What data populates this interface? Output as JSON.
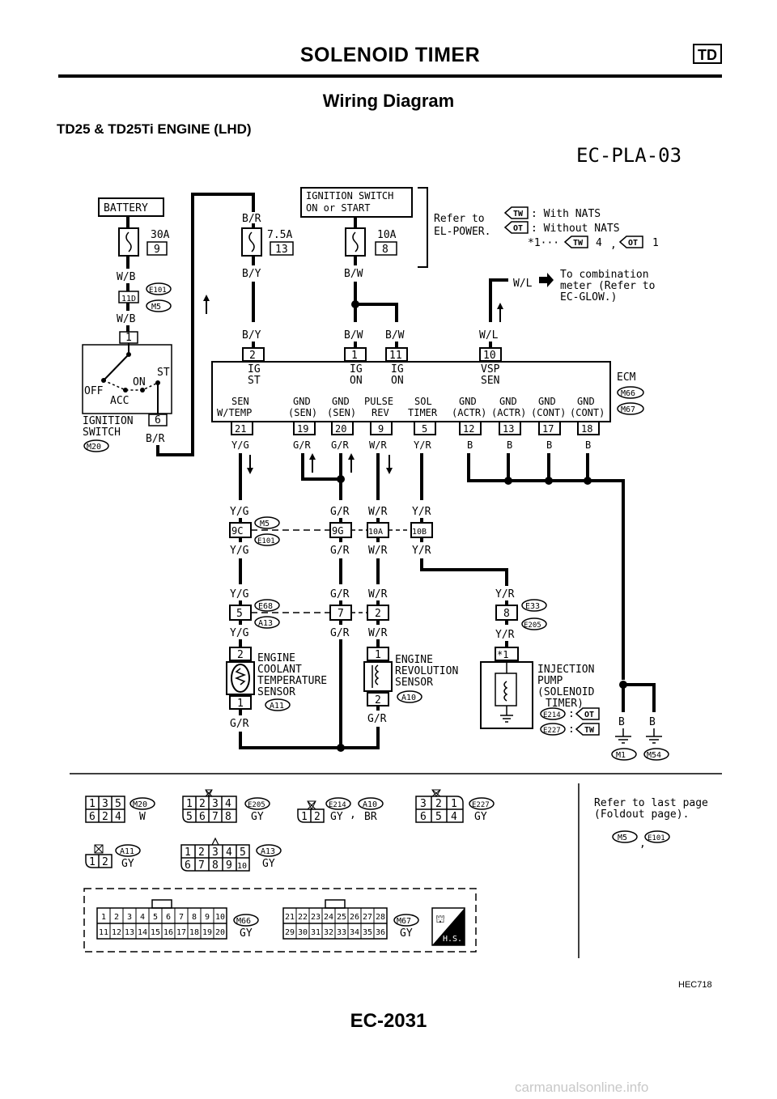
{
  "header": {
    "title": "SOLENOID TIMER",
    "badge": "TD"
  },
  "section_title": "Wiring Diagram",
  "subtitle": "TD25 & TD25Ti ENGINE (LHD)",
  "diagram_code": "EC-PLA-03",
  "legend": {
    "tw_symbol": "TW",
    "tw_text": ": With NATS",
    "ot_symbol": "OT",
    "ot_text": ": Without NATS",
    "note_prefix": "*1···",
    "note_tw_value": "4",
    "note_sep": ",",
    "note_ot_value": "1"
  },
  "refer_power": {
    "line1": "Refer to",
    "line2": "EL-POWER."
  },
  "ignition_box": {
    "line1": "IGNITION SWITCH",
    "line2": "ON or START"
  },
  "battery": "BATTERY",
  "fuses": [
    {
      "amp": "30A",
      "num": "9"
    },
    {
      "amp": "7.5A",
      "num": "13"
    },
    {
      "amp": "10A",
      "num": "8"
    }
  ],
  "to_meter": {
    "line1": "To combination",
    "line2": "meter (Refer to",
    "line3": "EC-GLOW.)"
  },
  "ignition_switch": {
    "off": "OFF",
    "acc": "ACC",
    "on": "ON",
    "st": "ST",
    "name1": "IGNITION",
    "name2": "SWITCH",
    "code": "M20",
    "pin_top": "1",
    "pin_bottom": "6"
  },
  "wire_colors": {
    "wb": "W/B",
    "br": "B/R",
    "by": "B/Y",
    "bw": "B/W",
    "wl": "W/L",
    "yg": "Y/G",
    "gr": "G/R",
    "wr": "W/R",
    "yr": "Y/R",
    "b": "B"
  },
  "connectors": {
    "e101": "E101",
    "m5": "M5",
    "c11d": "11D",
    "m66": "M66",
    "m67": "M67",
    "e68": "E68",
    "a13": "A13",
    "e33": "E33",
    "e205": "E205",
    "e214": "E214",
    "e227": "E227",
    "a10": "A10",
    "a11": "A11",
    "m1": "M1",
    "m54": "M54",
    "m20": "M20"
  },
  "ecm": {
    "label": "ECM",
    "top_pins": [
      {
        "num": "2",
        "l1": "IG",
        "l2": "ST"
      },
      {
        "num": "1",
        "l1": "IG",
        "l2": "ON"
      },
      {
        "num": "11",
        "l1": "IG",
        "l2": "ON"
      },
      {
        "num": "10",
        "l1": "VSP",
        "l2": "SEN"
      }
    ],
    "bottom_pins": [
      {
        "num": "21",
        "l1": "SEN",
        "l2": "W/TEMP",
        "wire": "Y/G"
      },
      {
        "num": "19",
        "l1": "GND",
        "l2": "(SEN)",
        "wire": "G/R"
      },
      {
        "num": "20",
        "l1": "GND",
        "l2": "(SEN)",
        "wire": "G/R"
      },
      {
        "num": "9",
        "l1": "PULSE",
        "l2": "REV",
        "wire": "W/R"
      },
      {
        "num": "5",
        "l1": "SOL",
        "l2": "TIMER",
        "wire": "Y/R"
      },
      {
        "num": "12",
        "l1": "GND",
        "l2": "(ACTR)",
        "wire": "B"
      },
      {
        "num": "13",
        "l1": "GND",
        "l2": "(ACTR)",
        "wire": "B"
      },
      {
        "num": "17",
        "l1": "GND",
        "l2": "(CONT)",
        "wire": "B"
      },
      {
        "num": "18",
        "l1": "GND",
        "l2": "(CONT)",
        "wire": "B"
      }
    ]
  },
  "row1_pins": [
    "9C",
    "9G",
    "10A",
    "10B"
  ],
  "row2_pins": [
    "5",
    "7",
    "2",
    "8"
  ],
  "inj_pin": "*1",
  "sensors": {
    "coolant": {
      "l1": "ENGINE",
      "l2": "COOLANT",
      "l3": "TEMPERATURE",
      "l4": "SENSOR",
      "pin_top": "2",
      "pin_bottom": "1"
    },
    "revolution": {
      "l1": "ENGINE",
      "l2": "REVOLUTION",
      "l3": "SENSOR",
      "pin_top": "1",
      "pin_bottom": "2"
    },
    "injection": {
      "l1": "INJECTION",
      "l2": "PUMP",
      "l3": "(SOLENOID",
      "l4": "TIMER)",
      "colon": ":"
    }
  },
  "connector_views": {
    "m20_rows": [
      [
        "1",
        "3",
        "5"
      ],
      [
        "6",
        "2",
        "4"
      ]
    ],
    "m20_color": "W",
    "e205_rows": [
      [
        "1",
        "2",
        "3",
        "4"
      ],
      [
        "5",
        "6",
        "7",
        "8"
      ]
    ],
    "e205_color": "GY",
    "e214_rows": [
      [
        "1",
        "2"
      ]
    ],
    "e214_color": "GY",
    "comma": ",",
    "a10_color": "BR",
    "e227_rows": [
      [
        "3",
        "2",
        "1"
      ],
      [
        "6",
        "5",
        "4"
      ]
    ],
    "e227_color": "GY",
    "a11_rows": [
      [
        "1",
        "2"
      ]
    ],
    "a11_color": "GY",
    "a13_rows": [
      [
        "1",
        "2",
        "3",
        "4",
        "5"
      ],
      [
        "6",
        "7",
        "8",
        "9",
        "10"
      ]
    ],
    "a13_color": "GY",
    "m66_rows": [
      [
        "1",
        "2",
        "3",
        "4",
        "5",
        "6",
        "7",
        "8",
        "9",
        "10"
      ],
      [
        "11",
        "12",
        "13",
        "14",
        "15",
        "16",
        "17",
        "18",
        "19",
        "20"
      ]
    ],
    "m66_color": "GY",
    "m67_rows": [
      [
        "21",
        "22",
        "23",
        "24",
        "25",
        "26",
        "27",
        "28"
      ],
      [
        "29",
        "30",
        "31",
        "32",
        "33",
        "34",
        "35",
        "36"
      ]
    ],
    "m67_color": "GY",
    "hs": "H.S."
  },
  "refer_last": {
    "l1": "Refer to last page",
    "l2": "(Foldout page)."
  },
  "figure_code": "HEC718",
  "page_number": "EC-2031",
  "watermark": "carmanualsonline.info"
}
